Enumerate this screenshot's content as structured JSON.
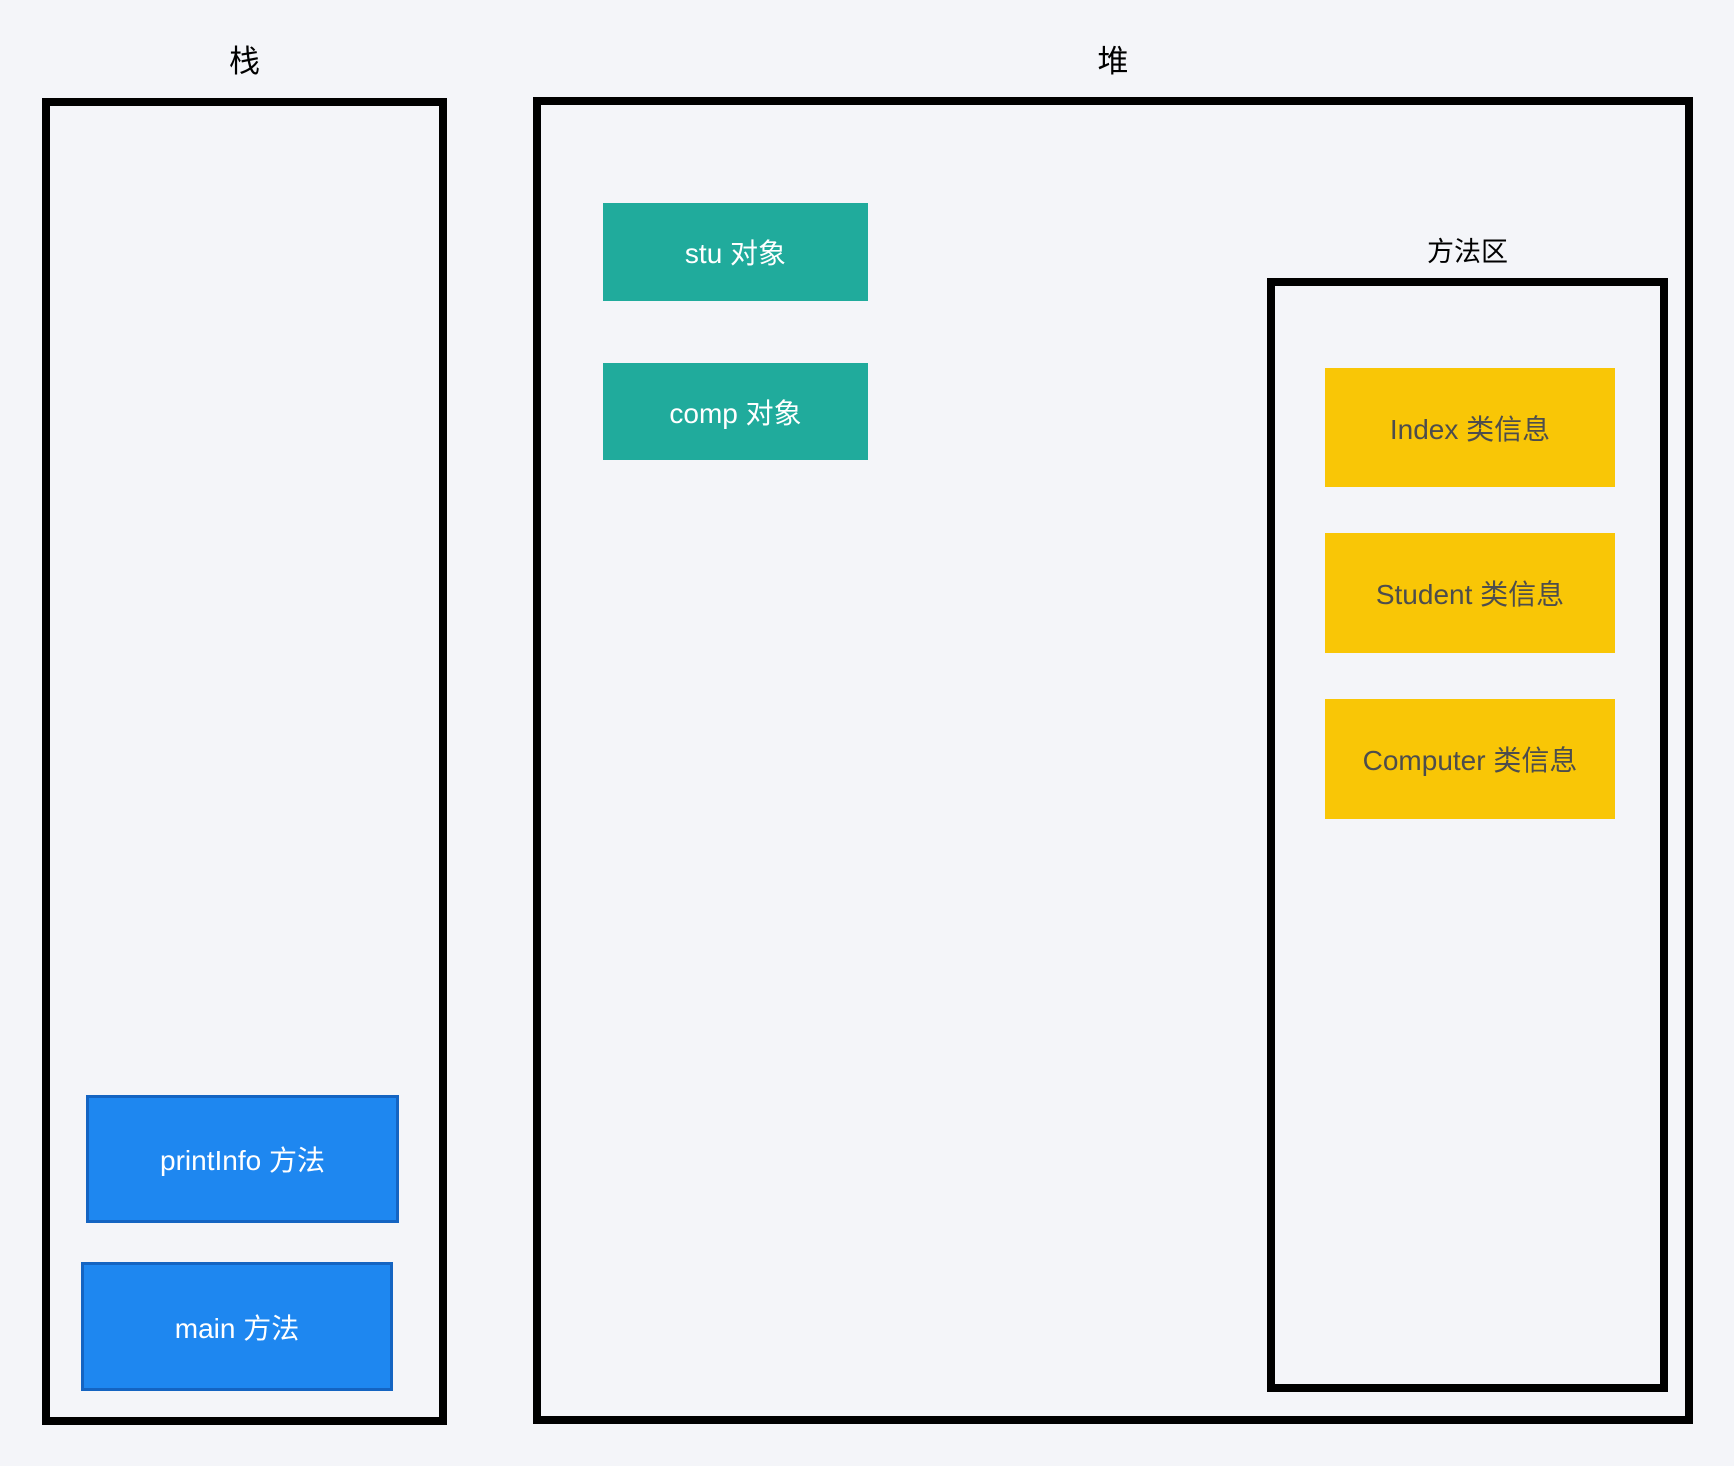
{
  "colors": {
    "background": "#f4f5f9",
    "border_black": "#000000",
    "teal_fill": "#20ab9c",
    "yellow_fill": "#f9c606",
    "blue_fill": "#1e87f0",
    "blue_border": "#1464c2",
    "dark_text": "#4d4d4d",
    "light_text": "#ffffff",
    "label_text": "#000000"
  },
  "stack": {
    "label": "栈",
    "blocks": [
      {
        "label": "printInfo 方法"
      },
      {
        "label": "main 方法"
      }
    ]
  },
  "heap": {
    "label": "堆",
    "objects": [
      {
        "label": "stu 对象"
      },
      {
        "label": "comp 对象"
      }
    ],
    "method_area": {
      "label": "方法区",
      "classes": [
        {
          "label": "Index 类信息"
        },
        {
          "label": "Student 类信息"
        },
        {
          "label": "Computer 类信息"
        }
      ]
    }
  }
}
